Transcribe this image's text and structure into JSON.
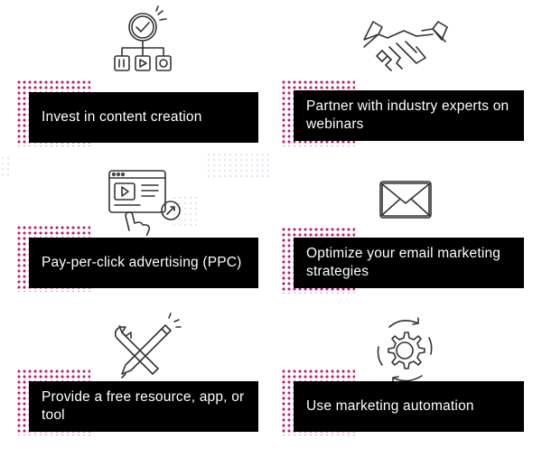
{
  "items": [
    {
      "label": "Invest in content creation",
      "icon": "content-flowchart-icon"
    },
    {
      "label": "Partner with industry experts on webinars",
      "icon": "handshake-icon"
    },
    {
      "label": "Pay-per-click advertising (PPC)",
      "icon": "ppc-click-icon"
    },
    {
      "label": "Optimize your email marketing strategies",
      "icon": "envelope-icon"
    },
    {
      "label": "Provide a free resource, app, or tool",
      "icon": "tools-icon"
    },
    {
      "label": "Use marketing automation",
      "icon": "gear-automation-icon"
    }
  ],
  "colors": {
    "card": "#000000",
    "dots": "#c2186e",
    "text": "#ffffff"
  }
}
